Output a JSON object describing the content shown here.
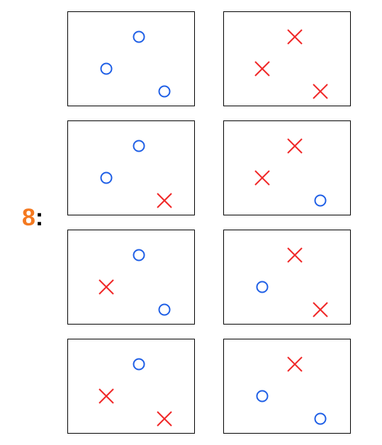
{
  "label": {
    "number": "8",
    "colon": ":",
    "number_color": "#f47920"
  },
  "colors": {
    "circle": "#1f5fe6",
    "cross": "#f02828",
    "border": "#000000"
  },
  "panels": [
    {
      "id": "r1c1",
      "marks": [
        "circle",
        "circle",
        "circle"
      ]
    },
    {
      "id": "r1c2",
      "marks": [
        "cross",
        "cross",
        "cross"
      ]
    },
    {
      "id": "r2c1",
      "marks": [
        "circle",
        "circle",
        "cross"
      ]
    },
    {
      "id": "r2c2",
      "marks": [
        "cross",
        "cross",
        "circle"
      ]
    },
    {
      "id": "r3c1",
      "marks": [
        "circle",
        "cross",
        "circle"
      ]
    },
    {
      "id": "r3c2",
      "marks": [
        "cross",
        "circle",
        "cross"
      ]
    },
    {
      "id": "r4c1",
      "marks": [
        "circle",
        "cross",
        "cross"
      ]
    },
    {
      "id": "r4c2",
      "marks": [
        "cross",
        "circle",
        "circle"
      ]
    }
  ]
}
